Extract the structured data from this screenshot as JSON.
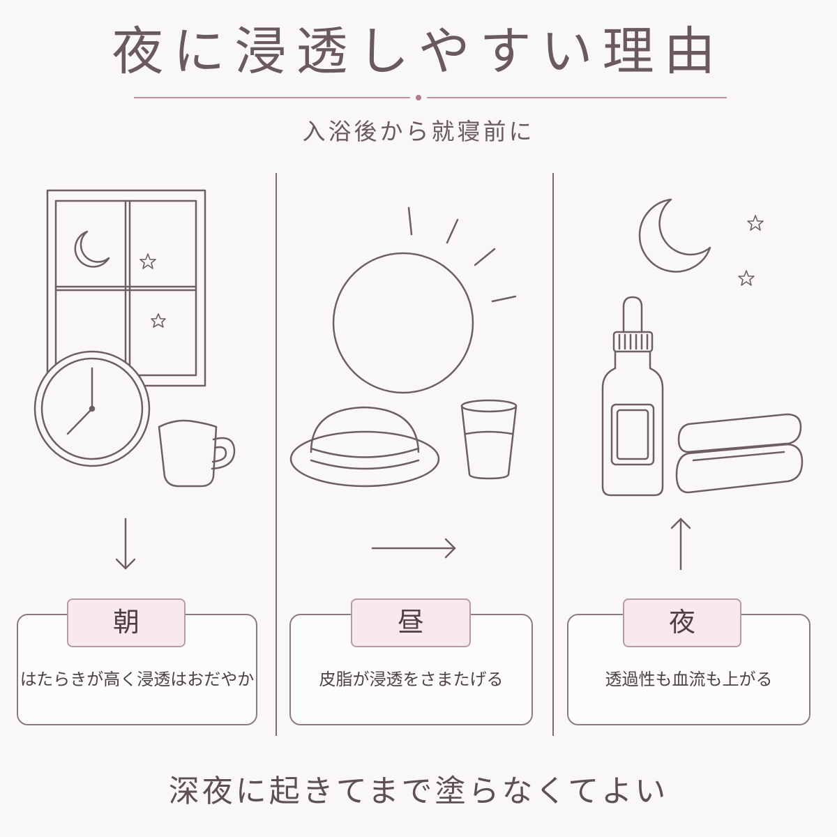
{
  "header": {
    "title": "夜に浸透しやすい理由",
    "subtitle": "入浴後から就寝前に"
  },
  "columns": [
    {
      "label": "朝",
      "description": "はたらきが高く浸透はおだやか"
    },
    {
      "label": "昼",
      "description": "皮脂が浸透をさまたげる"
    },
    {
      "label": "夜",
      "description": "透過性も血流も上がる"
    }
  ],
  "footer": {
    "note": "深夜に起きてまで塗らなくてよい"
  },
  "colors": {
    "line": "#6e5d63",
    "accent": "#b27d90",
    "tag_fill": "#f8e9ec"
  }
}
